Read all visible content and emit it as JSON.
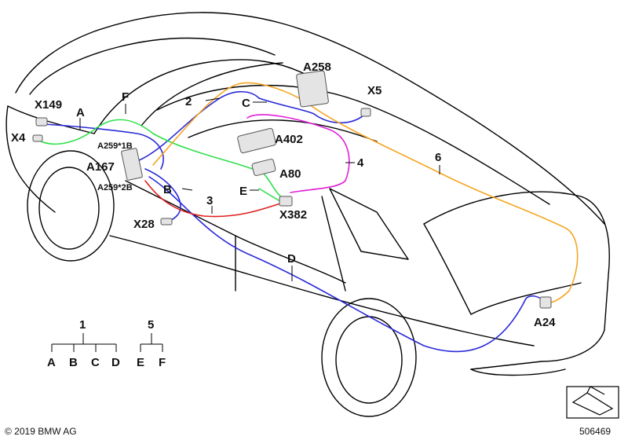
{
  "labels": {
    "X149": "X149",
    "A": "A",
    "F": "F",
    "X4": "X4",
    "A259_1B": "A259*1B",
    "A167": "A167",
    "A259_2B": "A259*2B",
    "B": "B",
    "X28": "X28",
    "two": "2",
    "C": "C",
    "A258": "A258",
    "X5": "X5",
    "A402": "A402",
    "four": "4",
    "A80": "A80",
    "E": "E",
    "three": "3",
    "X382": "X382",
    "six": "6",
    "D": "D",
    "A24": "A24"
  },
  "legend": {
    "group1": {
      "number": "1",
      "items": [
        "A",
        "B",
        "C",
        "D"
      ]
    },
    "group5": {
      "number": "5",
      "items": [
        "E",
        "F"
      ]
    }
  },
  "footer": {
    "copyright": "© 2019 BMW AG",
    "part_number": "506469"
  },
  "colors": {
    "blue": "#2a2ad8",
    "green": "#2ee04a",
    "red": "#e02020",
    "orange": "#f5a623",
    "magenta": "#e020d8",
    "outline": "#000000"
  }
}
